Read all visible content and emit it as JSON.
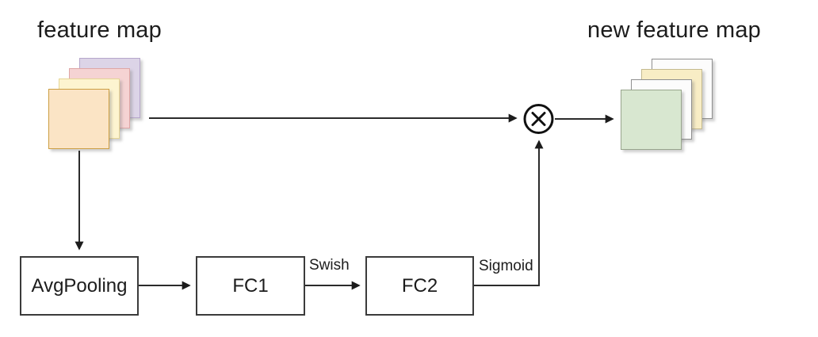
{
  "diagram": {
    "input_label": "feature map",
    "output_label": "new feature map",
    "blocks": {
      "pool": "AvgPooling",
      "fc1": "FC1",
      "fc2": "FC2"
    },
    "activations": {
      "swish": "Swish",
      "sigmoid": "Sigmoid"
    },
    "operator_icon": "multiply-in-circle-icon",
    "colors": {
      "input_layer_fills": [
        "#dcd4e7",
        "#f5d3d3",
        "#fdf4d0",
        "#fbe4c5"
      ],
      "input_layer_borders": [
        "#b6a6cb",
        "#dfa6a6",
        "#e6d695",
        "#cc9e42"
      ],
      "output_layer_fills": [
        "#fcfcfc",
        "#f8edc5",
        "#fcfcfc",
        "#d8e7d0"
      ],
      "output_layer_borders": [
        "#8f8f8f",
        "#c4ba90",
        "#8f8f8f",
        "#98a58d"
      ],
      "line": "#2b2b2b",
      "box_border": "#3b3b3b",
      "text": "#1c1c1c",
      "background": "#ffffff"
    }
  }
}
